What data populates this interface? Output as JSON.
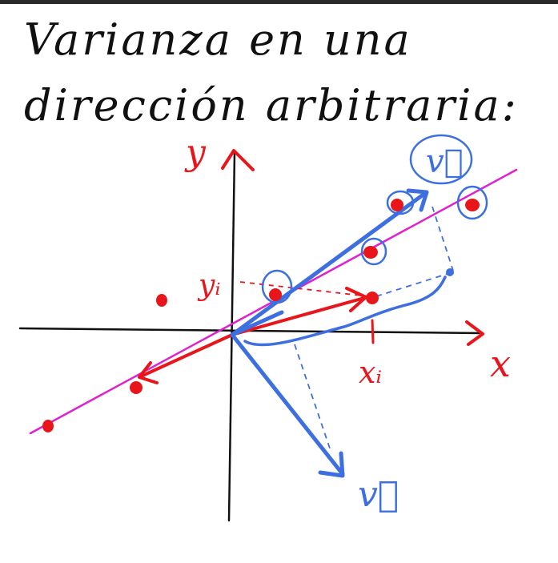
{
  "title": {
    "line1": "Varianza en una",
    "line2": "dirección arbitraria:"
  },
  "labels": {
    "y_axis": "y",
    "x_axis": "x",
    "x_i": "xᵢ",
    "y_i": "yᵢ",
    "v_top": "v⃗",
    "v_bottom": "v⃗"
  },
  "colors": {
    "background": "#ffffff",
    "ink": "#111111",
    "red": "#e8161b",
    "blue": "#3d6fe0",
    "magenta": "#e01fd0"
  }
}
